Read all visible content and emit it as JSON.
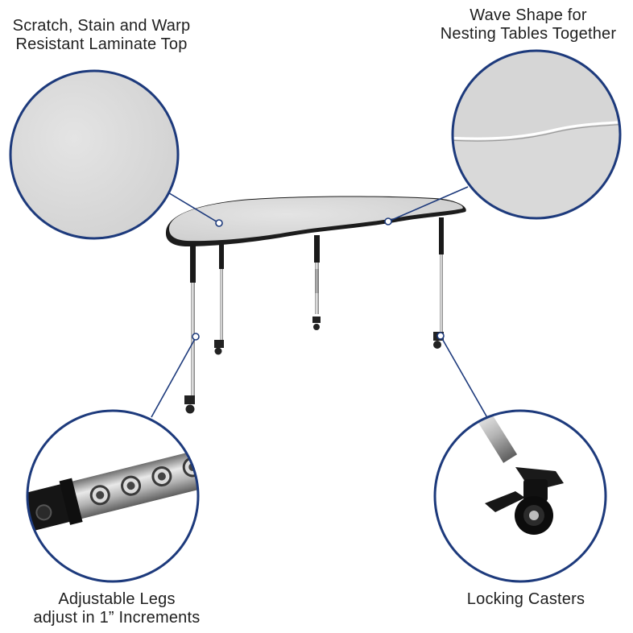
{
  "callouts": {
    "laminate": {
      "line1": "Scratch, Stain and Warp",
      "line2": "Resistant Laminate Top"
    },
    "wave": {
      "line1": "Wave Shape for",
      "line2": "Nesting Tables Together"
    },
    "legs": {
      "line1": "Adjustable Legs",
      "line2": "adjust in 1” Increments"
    },
    "casters": {
      "line1": "Locking Casters"
    }
  },
  "colors": {
    "callout_ring": "#1d3a7c",
    "tabletop": "#d9d9d9",
    "edge_band": "#1c1c1c",
    "chrome": "#c9c9c9"
  }
}
